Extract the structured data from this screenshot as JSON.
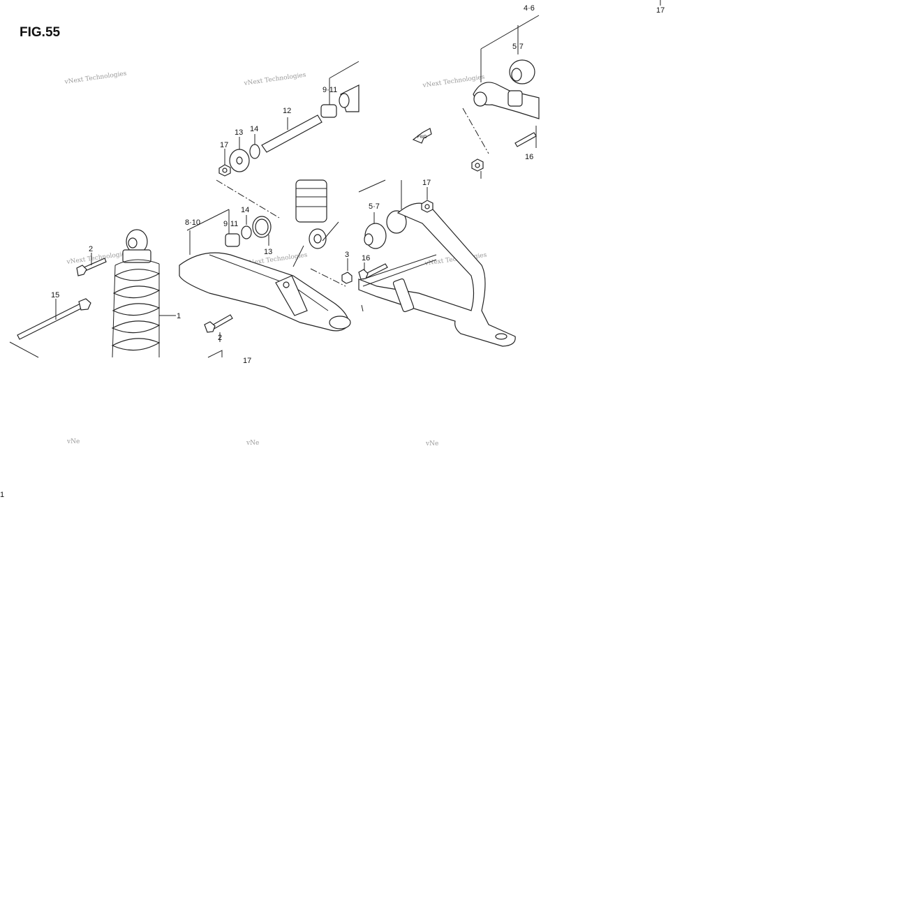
{
  "figure": {
    "title": "FIG.55"
  },
  "callouts": [
    {
      "id": "c46",
      "text": "4·6"
    },
    {
      "id": "c17a",
      "text": "17"
    },
    {
      "id": "c57a",
      "text": "5·7"
    },
    {
      "id": "c911a",
      "text": "9·11"
    },
    {
      "id": "c12",
      "text": "12"
    },
    {
      "id": "c13a",
      "text": "13"
    },
    {
      "id": "c14a",
      "text": "14"
    },
    {
      "id": "c17b",
      "text": "17"
    },
    {
      "id": "c16a",
      "text": "16"
    },
    {
      "id": "c810",
      "text": "8·10"
    },
    {
      "id": "c911b",
      "text": "9·11"
    },
    {
      "id": "c14b",
      "text": "14"
    },
    {
      "id": "c13b",
      "text": "13"
    },
    {
      "id": "c57b",
      "text": "5·7"
    },
    {
      "id": "c17c",
      "text": "17"
    },
    {
      "id": "c3",
      "text": "3"
    },
    {
      "id": "c16b",
      "text": "16"
    },
    {
      "id": "c2a",
      "text": "2"
    },
    {
      "id": "c2b",
      "text": "2"
    },
    {
      "id": "c15",
      "text": "15"
    },
    {
      "id": "c1",
      "text": "1"
    },
    {
      "id": "c17d",
      "text": "17"
    },
    {
      "id": "c1b",
      "text": "1"
    }
  ],
  "watermark": {
    "line1": "vNext Technologies",
    "line2": "Technologies",
    "partial": "vNe"
  },
  "fwd_label": "FWD"
}
